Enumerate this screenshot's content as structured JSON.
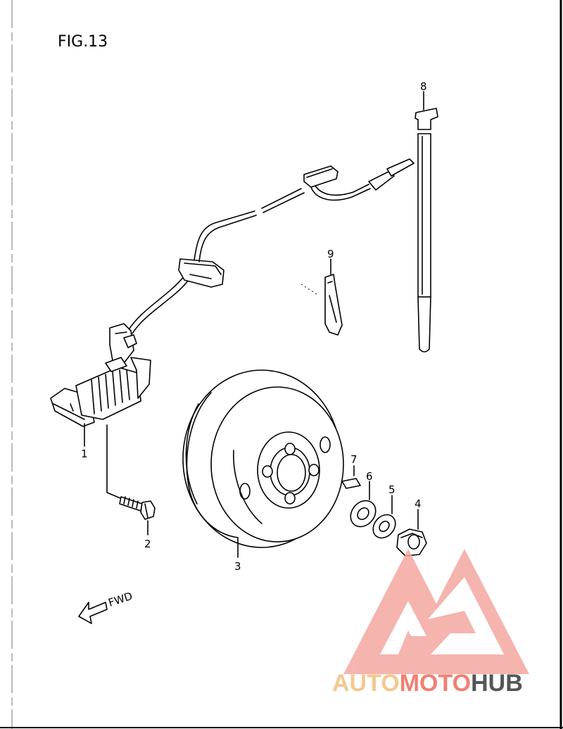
{
  "figure": {
    "title": "FIG.13"
  },
  "direction": {
    "label": "FWD"
  },
  "parts": [
    {
      "id": "1",
      "name": "pickup-coil"
    },
    {
      "id": "2",
      "name": "bolt"
    },
    {
      "id": "3",
      "name": "flywheel-rotor"
    },
    {
      "id": "4",
      "name": "nut"
    },
    {
      "id": "5",
      "name": "lock-washer"
    },
    {
      "id": "6",
      "name": "washer"
    },
    {
      "id": "7",
      "name": "key"
    },
    {
      "id": "8",
      "name": "clamp-strap"
    },
    {
      "id": "9",
      "name": "clip"
    }
  ],
  "watermark": {
    "part1": "AUTO",
    "part2": "MOTO",
    "part3": "HUB",
    "color_main": "#f4a8a0",
    "color_accent": "#f08070",
    "color_dark": "#555555"
  }
}
